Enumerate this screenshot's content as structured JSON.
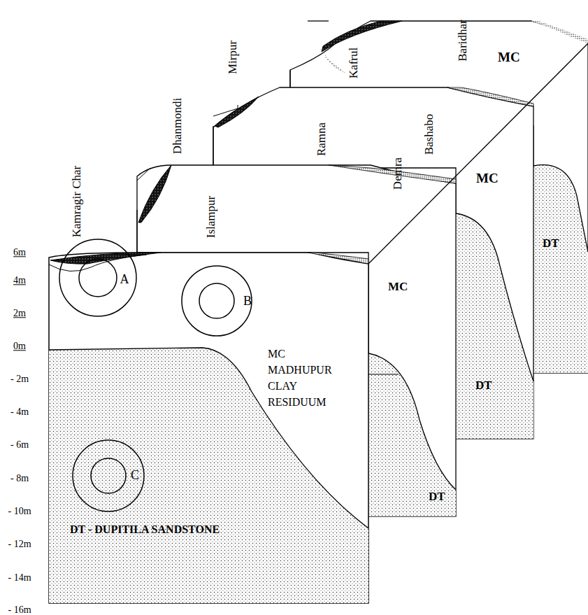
{
  "diagram": {
    "nodes": [
      {
        "text": [
          "A"
        ]
      },
      {
        "text": [
          "B"
        ]
      },
      {
        "text": [
          "C"
        ]
      }
    ],
    "labels": [
      "6m",
      "4m",
      "2m",
      "0m",
      "- 2m",
      "- 4m",
      "- 6m",
      "- 8m",
      "- 10m",
      "- 12m",
      "- 14m",
      "- 16m",
      "Kamragir Char",
      "Islampur",
      "Dhanmondi",
      "Ramna",
      "Demra",
      "Bashabo",
      "Mirpur",
      "Kafrul",
      "Baridhar",
      "MC",
      "MC MADHUPUR CLAY RESIDUUM",
      "DT - DUPITILA SANDSTONE",
      "DT",
      "MC",
      "DT",
      "MC",
      "DT"
    ]
  }
}
